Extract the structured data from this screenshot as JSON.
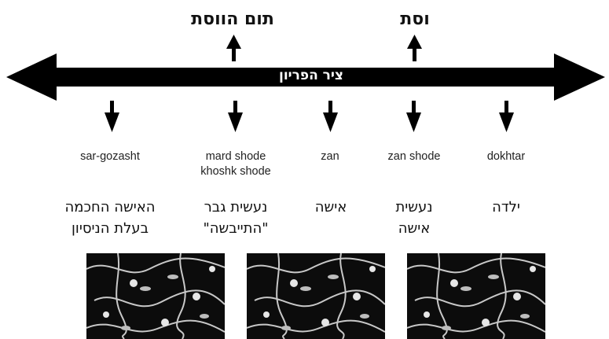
{
  "top_labels": {
    "right": "וסת",
    "left": "תום הווסת"
  },
  "axis": {
    "label": "ציר הפריון"
  },
  "stages": [
    {
      "translit": [
        "dokhtar"
      ],
      "hebrew": [
        "ילדה"
      ]
    },
    {
      "translit": [
        "zan shode"
      ],
      "hebrew": [
        "נעשית",
        "אישה"
      ]
    },
    {
      "translit": [
        "zan"
      ],
      "hebrew": [
        "אישה"
      ]
    },
    {
      "translit": [
        "mard shode",
        "khoshk shode"
      ],
      "hebrew": [
        "נעשית גבר",
        "\"התייבשה\""
      ]
    },
    {
      "translit": [
        "sar-gozasht"
      ],
      "hebrew": [
        "האישה החכמה",
        "בעלת הניסיון"
      ]
    }
  ],
  "images": [
    {
      "icon": "floral-embroidery-tile"
    },
    {
      "icon": "floral-embroidery-tile"
    },
    {
      "icon": "floral-embroidery-tile"
    }
  ],
  "colors": {
    "axis": "#000000",
    "background": "#ffffff",
    "fabric_dark": "#0c0c0c",
    "fabric_pattern": "#d0d0d0"
  }
}
